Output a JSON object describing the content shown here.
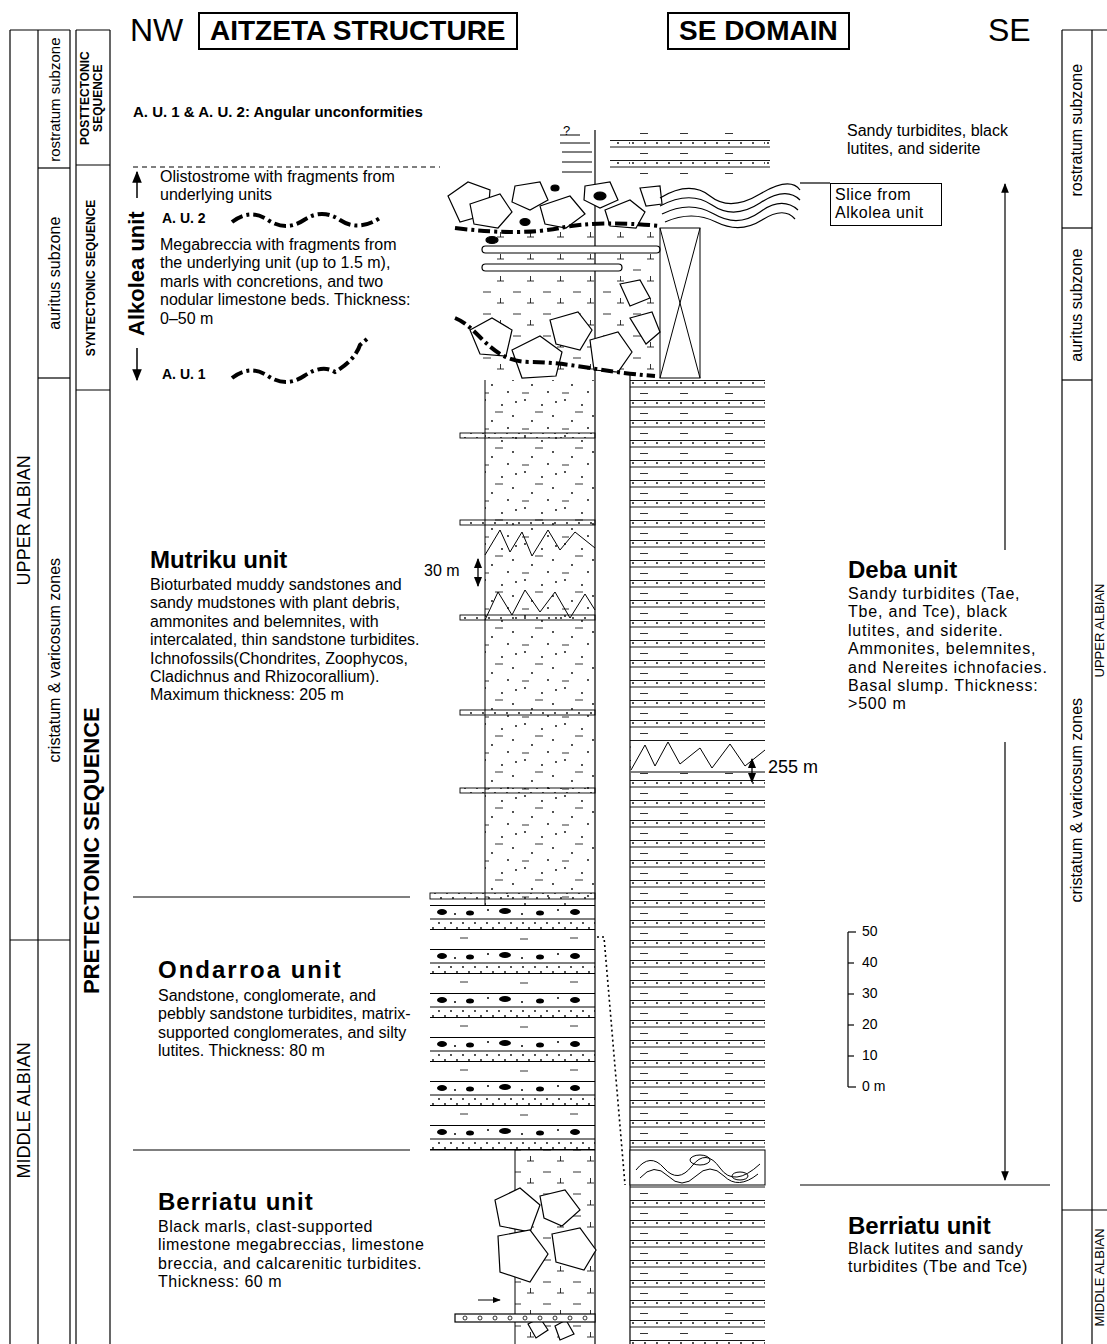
{
  "diagram": {
    "nodes": [
      {
        "text": [
          "AITZETA STRUCTURE"
        ]
      },
      {
        "text": [
          "SE DOMAIN"
        ]
      },
      {
        "text": [
          "Slice from Alkolea unit"
        ]
      }
    ],
    "labels": [
      "NW",
      "SE",
      "A. U. 1 & A. U. 2: Angular unconformities",
      "Olistostrome with fragments from underlying units",
      "A. U. 2",
      "Megabreccia with fragments from the underlying unit (up to 1.5 m), marls with concretions, and two nodular limestone beds. Thickness: 0–50 m",
      "A. U. 1",
      "Alkolea unit",
      "Mutriku unit",
      "Bioturbated muddy sandstones and sandy mudstones with plant debris, ammonites and belemnites, with intercalated, thin sandstone turbidites. Ichnofossils(Chondrites, Zoophycos, Cladichnus and Rhizocorallium). Maximum thickness: 205 m",
      "30 m",
      "Ondarroa unit",
      "Sandstone, conglomerate, and pebbly sandstone turbidites, matrix-supported conglomerates, and silty lutites. Thickness: 80 m",
      "Berriatu unit",
      "Black marls, clast-supported limestone megabreccias, limestone breccia, and calcarenitic turbidites. Thickness: 60 m",
      "?",
      "Sandy turbidites, black lutites, and siderite",
      "Deba unit",
      "Sandy turbidites (Tae, Tbe, and Tce), black lutites, and siderite. Ammonites, belemnites, and Nereites ichnofacies. Basal slump. Thickness: >500 m",
      "255 m",
      "50",
      "40",
      "30",
      "20",
      "10",
      "0 m",
      "Berriatu unit",
      "Black lutites and sandy turbidites (Tbe and Tce)",
      "UPPER ALBIAN",
      "MIDDLE ALBIAN",
      "cristatum & varicosum zones",
      "auritus subzone",
      "rostratum subzone",
      "PRETECTONIC SEQUENCE",
      "SYNTECTONIC SEQUENCE",
      "POSTTECTONIC SEQUENCE",
      "rostratum subzone",
      "auritus subzone",
      "cristatum & varicosum zones",
      "UPPER ALBIAN",
      "MIDDLE ALBIAN"
    ]
  }
}
